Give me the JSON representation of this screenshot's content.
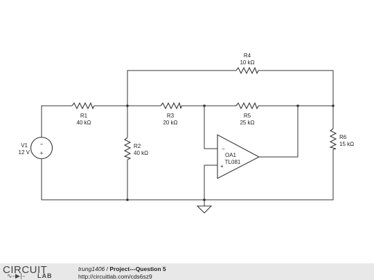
{
  "schematic": {
    "components": {
      "R1": {
        "name": "R1",
        "value": "40 kΩ"
      },
      "R2": {
        "name": "R2",
        "value": "40 kΩ"
      },
      "R3": {
        "name": "R3",
        "value": "20 kΩ"
      },
      "R4": {
        "name": "R4",
        "value": "10 kΩ"
      },
      "R5": {
        "name": "R5",
        "value": "25 kΩ"
      },
      "R6": {
        "name": "R6",
        "value": "15 kΩ"
      },
      "V1": {
        "name": "V1",
        "value": "12 V"
      },
      "OA1": {
        "name": "OA1",
        "model": "TL081"
      }
    },
    "opamp_symbols": {
      "minus": "−",
      "plus": "+"
    },
    "source_symbols": {
      "minus": "−",
      "plus": "+"
    }
  },
  "footer": {
    "brand_top": "CIRCUIT",
    "brand_bottom": "LAB",
    "brand_symbol": "∿–▶|–",
    "user": "trung1406",
    "separator": " / ",
    "project_title": "Project---Question 5",
    "url": "http://circuitlab.com/cds6sz9"
  },
  "colors": {
    "wire": "#333333",
    "footer_bg": "#e8e8e8"
  }
}
